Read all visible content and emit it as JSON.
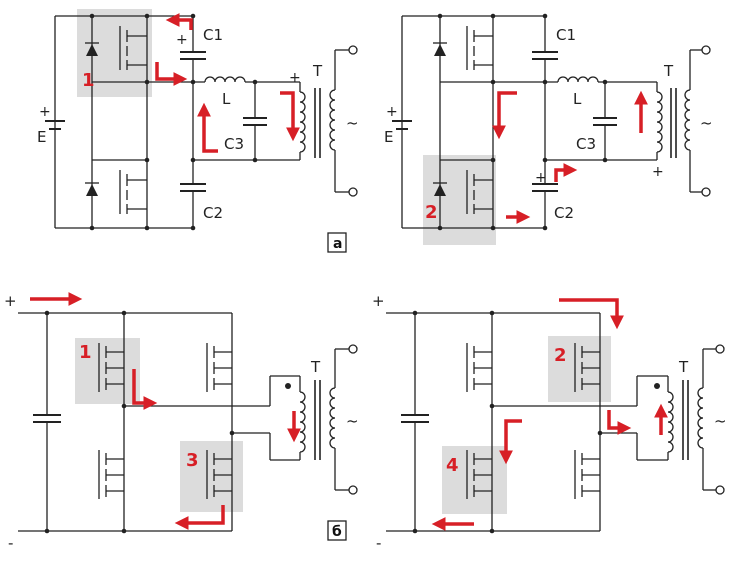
{
  "colors": {
    "wire": "#222222",
    "highlight": "#dcdcdc",
    "arrow": "#d71f26",
    "number": "#d71f26"
  },
  "panel_a": {
    "caption": "a",
    "left": {
      "c1": "C1",
      "c2": "C2",
      "c3": "C3",
      "l": "L",
      "t": "T",
      "e": "E",
      "plus_src": "+",
      "plus_cap": "+",
      "plus_tr": "+",
      "tilde": "~",
      "switch_num": "1"
    },
    "right": {
      "c1": "C1",
      "c2": "C2",
      "c3": "C3",
      "l": "L",
      "t": "T",
      "e": "E",
      "plus_src": "+",
      "plus_cap": "+",
      "plus_tr": "+",
      "tilde": "~",
      "switch_num": "2"
    }
  },
  "panel_b": {
    "caption": "б",
    "left": {
      "plus": "+",
      "minus": "-",
      "t": "T",
      "tilde": "~",
      "sw_a": "1",
      "sw_b": "3"
    },
    "right": {
      "plus": "+",
      "minus": "-",
      "t": "T",
      "tilde": "~",
      "sw_a": "2",
      "sw_b": "4"
    }
  }
}
